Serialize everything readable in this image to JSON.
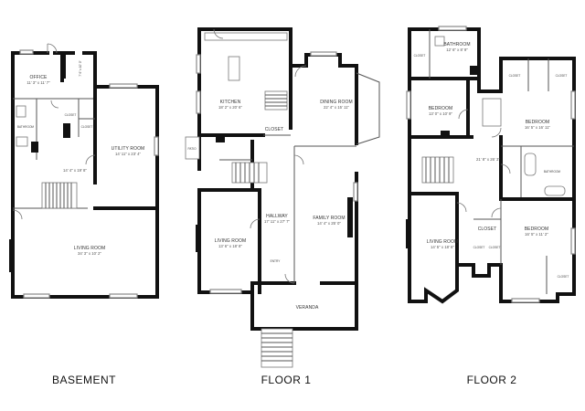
{
  "floors": [
    {
      "label": "BASEMENT",
      "rooms": [
        {
          "name": "OFFICE",
          "dims": "11' 3\" x 11' 7\""
        },
        {
          "name": "UTILITY ROOM",
          "dims": "14' 11\" x 23' 4\""
        },
        {
          "name": "",
          "dims": "14' 4\" x 19' 8\""
        },
        {
          "name": "LIVING ROOM",
          "dims": "34' 3\" x 10' 2\""
        },
        {
          "name": "",
          "dims": "7' 6\" x 10' 0\""
        },
        {
          "name": "BATHROOM",
          "dims": ""
        },
        {
          "name": "CLOSET",
          "dims": ""
        },
        {
          "name": "CLOSET",
          "dims": ""
        }
      ]
    },
    {
      "label": "FLOOR 1",
      "rooms": [
        {
          "name": "KITCHEN",
          "dims": "18' 2\" x 20' 6\""
        },
        {
          "name": "DINING ROOM",
          "dims": "22' 4\" x 15' 11\""
        },
        {
          "name": "CLOSET",
          "dims": ""
        },
        {
          "name": "PATIO",
          "dims": ""
        },
        {
          "name": "HALLWAY",
          "dims": "17' 11\" x 27' 7\""
        },
        {
          "name": "FAMILY ROOM",
          "dims": "14' 4\" x 25' 0\""
        },
        {
          "name": "LIVING ROOM",
          "dims": "13' 6\" x 18' 8\""
        },
        {
          "name": "ENTRY",
          "dims": ""
        },
        {
          "name": "VERANDA",
          "dims": ""
        }
      ]
    },
    {
      "label": "FLOOR 2",
      "rooms": [
        {
          "name": "BATHROOM",
          "dims": "12' 6\" x 8' 9\""
        },
        {
          "name": "CLOSET",
          "dims": ""
        },
        {
          "name": "BEDROOM",
          "dims": "13' 0\" x 10' 9\""
        },
        {
          "name": "CLOSET",
          "dims": ""
        },
        {
          "name": "CLOSET",
          "dims": ""
        },
        {
          "name": "BEDROOM",
          "dims": "16' 5\" x 16' 11\""
        },
        {
          "name": "",
          "dims": "21' 8\" x 26' 3\""
        },
        {
          "name": "BATHROOM",
          "dims": ""
        },
        {
          "name": "CLOSET",
          "dims": ""
        },
        {
          "name": "LIVING ROOM",
          "dims": "14' 5\" x 18' 6\""
        },
        {
          "name": "CLOSET",
          "dims": ""
        },
        {
          "name": "CLOSET",
          "dims": ""
        },
        {
          "name": "BEDROOM",
          "dims": "16' 5\" x 11' 2\""
        },
        {
          "name": "CLOSET",
          "dims": ""
        }
      ]
    }
  ]
}
